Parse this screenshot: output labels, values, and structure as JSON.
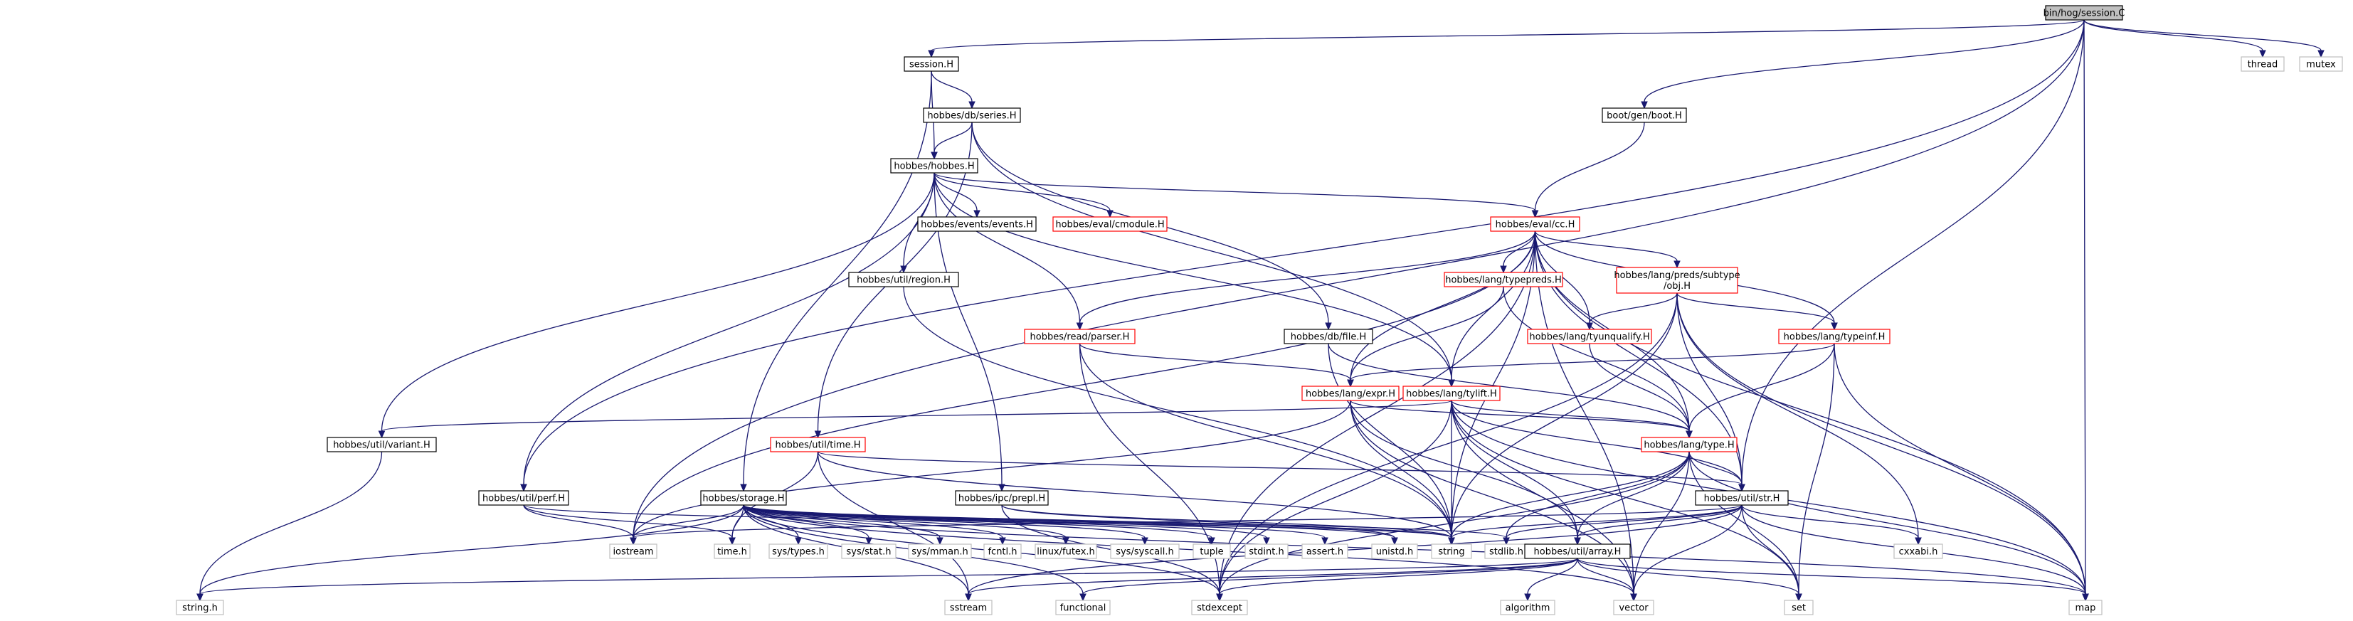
{
  "diagram": {
    "type": "include-dependency-graph",
    "colors": {
      "root_fill": "#bfbfbf",
      "normal_stroke": "#000000",
      "truncated_stroke": "#ff0000",
      "external_stroke": "#bfbfbf",
      "edge": "#191970"
    },
    "nodes": [
      {
        "id": "session_C",
        "label": "bin/hog/session.C",
        "kind": "root"
      },
      {
        "id": "session_H",
        "label": "session.H",
        "kind": "normal"
      },
      {
        "id": "thread",
        "label": "thread",
        "kind": "external"
      },
      {
        "id": "mutex",
        "label": "mutex",
        "kind": "external"
      },
      {
        "id": "series_H",
        "label": "hobbes/db/series.H",
        "kind": "normal"
      },
      {
        "id": "boot_H",
        "label": "boot/gen/boot.H",
        "kind": "normal"
      },
      {
        "id": "hobbes_H",
        "label": "hobbes/hobbes.H",
        "kind": "normal"
      },
      {
        "id": "events_H",
        "label": "hobbes/events/events.H",
        "kind": "normal"
      },
      {
        "id": "cmodule_H",
        "label": "hobbes/eval/cmodule.H",
        "kind": "truncated"
      },
      {
        "id": "cc_H",
        "label": "hobbes/eval/cc.H",
        "kind": "truncated"
      },
      {
        "id": "region_H",
        "label": "hobbes/util/region.H",
        "kind": "normal"
      },
      {
        "id": "typepreds_H",
        "label": "hobbes/lang/typepreds.H",
        "kind": "truncated"
      },
      {
        "id": "obj_H",
        "label": "hobbes/lang/preds/subtype\n/obj.H",
        "kind": "truncated"
      },
      {
        "id": "parser_H",
        "label": "hobbes/read/parser.H",
        "kind": "truncated"
      },
      {
        "id": "file_H",
        "label": "hobbes/db/file.H",
        "kind": "normal"
      },
      {
        "id": "tyunqualify_H",
        "label": "hobbes/lang/tyunqualify.H",
        "kind": "truncated"
      },
      {
        "id": "typeinf_H",
        "label": "hobbes/lang/typeinf.H",
        "kind": "truncated"
      },
      {
        "id": "expr_H",
        "label": "hobbes/lang/expr.H",
        "kind": "truncated"
      },
      {
        "id": "tylift_H",
        "label": "hobbes/lang/tylift.H",
        "kind": "truncated"
      },
      {
        "id": "variant_H",
        "label": "hobbes/util/variant.H",
        "kind": "normal"
      },
      {
        "id": "time_H",
        "label": "hobbes/util/time.H",
        "kind": "truncated"
      },
      {
        "id": "type_H",
        "label": "hobbes/lang/type.H",
        "kind": "truncated"
      },
      {
        "id": "perf_H",
        "label": "hobbes/util/perf.H",
        "kind": "normal"
      },
      {
        "id": "storage_H",
        "label": "hobbes/storage.H",
        "kind": "normal"
      },
      {
        "id": "prepl_H",
        "label": "hobbes/ipc/prepl.H",
        "kind": "normal"
      },
      {
        "id": "str_H",
        "label": "hobbes/util/str.H",
        "kind": "normal"
      },
      {
        "id": "iostream",
        "label": "iostream",
        "kind": "external"
      },
      {
        "id": "time_h",
        "label": "time.h",
        "kind": "external"
      },
      {
        "id": "sys_types",
        "label": "sys/types.h",
        "kind": "external"
      },
      {
        "id": "sys_stat",
        "label": "sys/stat.h",
        "kind": "external"
      },
      {
        "id": "sys_mman",
        "label": "sys/mman.h",
        "kind": "external"
      },
      {
        "id": "fcntl",
        "label": "fcntl.h",
        "kind": "external"
      },
      {
        "id": "linux_futex",
        "label": "linux/futex.h",
        "kind": "external"
      },
      {
        "id": "sys_syscall",
        "label": "sys/syscall.h",
        "kind": "external"
      },
      {
        "id": "tuple",
        "label": "tuple",
        "kind": "external"
      },
      {
        "id": "stdint",
        "label": "stdint.h",
        "kind": "external"
      },
      {
        "id": "assert",
        "label": "assert.h",
        "kind": "external"
      },
      {
        "id": "unistd",
        "label": "unistd.h",
        "kind": "external"
      },
      {
        "id": "string",
        "label": "string",
        "kind": "external"
      },
      {
        "id": "stdlib",
        "label": "stdlib.h",
        "kind": "external"
      },
      {
        "id": "array_H",
        "label": "hobbes/util/array.H",
        "kind": "normal"
      },
      {
        "id": "cxxabi",
        "label": "cxxabi.h",
        "kind": "external"
      },
      {
        "id": "string_h",
        "label": "string.h",
        "kind": "external"
      },
      {
        "id": "sstream",
        "label": "sstream",
        "kind": "external"
      },
      {
        "id": "functional",
        "label": "functional",
        "kind": "external"
      },
      {
        "id": "stdexcept",
        "label": "stdexcept",
        "kind": "external"
      },
      {
        "id": "algorithm",
        "label": "algorithm",
        "kind": "external"
      },
      {
        "id": "vector",
        "label": "vector",
        "kind": "external"
      },
      {
        "id": "set",
        "label": "set",
        "kind": "external"
      },
      {
        "id": "map",
        "label": "map",
        "kind": "external"
      }
    ],
    "edges": [
      [
        "session_C",
        "session_H"
      ],
      [
        "session_C",
        "thread"
      ],
      [
        "session_C",
        "mutex"
      ],
      [
        "session_C",
        "boot_H"
      ],
      [
        "session_C",
        "perf_H"
      ],
      [
        "session_C",
        "str_H"
      ],
      [
        "session_C",
        "iostream"
      ],
      [
        "session_C",
        "map"
      ],
      [
        "session_H",
        "series_H"
      ],
      [
        "session_H",
        "hobbes_H"
      ],
      [
        "session_H",
        "storage_H"
      ],
      [
        "series_H",
        "hobbes_H"
      ],
      [
        "series_H",
        "file_H"
      ],
      [
        "series_H",
        "tylift_H"
      ],
      [
        "series_H",
        "time_H"
      ],
      [
        "boot_H",
        "cc_H"
      ],
      [
        "hobbes_H",
        "events_H"
      ],
      [
        "hobbes_H",
        "cmodule_H"
      ],
      [
        "hobbes_H",
        "cc_H"
      ],
      [
        "hobbes_H",
        "region_H"
      ],
      [
        "hobbes_H",
        "parser_H"
      ],
      [
        "hobbes_H",
        "tylift_H"
      ],
      [
        "hobbes_H",
        "variant_H"
      ],
      [
        "hobbes_H",
        "perf_H"
      ],
      [
        "hobbes_H",
        "prepl_H"
      ],
      [
        "cc_H",
        "typepreds_H"
      ],
      [
        "cc_H",
        "obj_H"
      ],
      [
        "cc_H",
        "parser_H"
      ],
      [
        "cc_H",
        "tyunqualify_H"
      ],
      [
        "cc_H",
        "typeinf_H"
      ],
      [
        "cc_H",
        "expr_H"
      ],
      [
        "cc_H",
        "tylift_H"
      ],
      [
        "cc_H",
        "type_H"
      ],
      [
        "cc_H",
        "str_H"
      ],
      [
        "cc_H",
        "iostream"
      ],
      [
        "cc_H",
        "string"
      ],
      [
        "cc_H",
        "stdexcept"
      ],
      [
        "cc_H",
        "vector"
      ],
      [
        "cc_H",
        "map"
      ],
      [
        "region_H",
        "string"
      ],
      [
        "typepreds_H",
        "expr_H"
      ],
      [
        "typepreds_H",
        "type_H"
      ],
      [
        "obj_H",
        "typeinf_H"
      ],
      [
        "obj_H",
        "tyunqualify_H"
      ],
      [
        "obj_H",
        "str_H"
      ],
      [
        "obj_H",
        "cxxabi"
      ],
      [
        "obj_H",
        "map"
      ],
      [
        "obj_H",
        "string"
      ],
      [
        "obj_H",
        "stdexcept"
      ],
      [
        "parser_H",
        "expr_H"
      ],
      [
        "parser_H",
        "string"
      ],
      [
        "parser_H",
        "stdexcept"
      ],
      [
        "file_H",
        "string"
      ],
      [
        "file_H",
        "type_H"
      ],
      [
        "tyunqualify_H",
        "type_H"
      ],
      [
        "typeinf_H",
        "expr_H"
      ],
      [
        "typeinf_H",
        "type_H"
      ],
      [
        "typeinf_H",
        "set"
      ],
      [
        "typeinf_H",
        "map"
      ],
      [
        "expr_H",
        "type_H"
      ],
      [
        "expr_H",
        "array_H"
      ],
      [
        "expr_H",
        "string"
      ],
      [
        "expr_H",
        "vector"
      ],
      [
        "expr_H",
        "iostream"
      ],
      [
        "tylift_H",
        "type_H"
      ],
      [
        "tylift_H",
        "str_H"
      ],
      [
        "tylift_H",
        "array_H"
      ],
      [
        "tylift_H",
        "variant_H"
      ],
      [
        "tylift_H",
        "string"
      ],
      [
        "tylift_H",
        "vector"
      ],
      [
        "tylift_H",
        "set"
      ],
      [
        "tylift_H",
        "map"
      ],
      [
        "tylift_H",
        "stdexcept"
      ],
      [
        "variant_H",
        "string_h"
      ],
      [
        "time_H",
        "str_H"
      ],
      [
        "time_H",
        "string"
      ],
      [
        "time_H",
        "sstream"
      ],
      [
        "time_H",
        "time_h"
      ],
      [
        "type_H",
        "str_H"
      ],
      [
        "type_H",
        "array_H"
      ],
      [
        "type_H",
        "string"
      ],
      [
        "type_H",
        "vector"
      ],
      [
        "type_H",
        "map"
      ],
      [
        "type_H",
        "set"
      ],
      [
        "type_H",
        "stdexcept"
      ],
      [
        "type_H",
        "stdlib"
      ],
      [
        "perf_H",
        "iostream"
      ],
      [
        "perf_H",
        "string"
      ],
      [
        "perf_H",
        "time_h"
      ],
      [
        "storage_H",
        "iostream"
      ],
      [
        "storage_H",
        "time_h"
      ],
      [
        "storage_H",
        "sys_types"
      ],
      [
        "storage_H",
        "sys_stat"
      ],
      [
        "storage_H",
        "sys_mman"
      ],
      [
        "storage_H",
        "fcntl"
      ],
      [
        "storage_H",
        "linux_futex"
      ],
      [
        "storage_H",
        "sys_syscall"
      ],
      [
        "storage_H",
        "tuple"
      ],
      [
        "storage_H",
        "stdint"
      ],
      [
        "storage_H",
        "assert"
      ],
      [
        "storage_H",
        "unistd"
      ],
      [
        "storage_H",
        "string"
      ],
      [
        "storage_H",
        "stdlib"
      ],
      [
        "storage_H",
        "string_h"
      ],
      [
        "storage_H",
        "sstream"
      ],
      [
        "storage_H",
        "functional"
      ],
      [
        "storage_H",
        "stdexcept"
      ],
      [
        "storage_H",
        "vector"
      ],
      [
        "storage_H",
        "map"
      ],
      [
        "prepl_H",
        "string"
      ],
      [
        "prepl_H",
        "unistd"
      ],
      [
        "prepl_H",
        "stdexcept"
      ],
      [
        "str_H",
        "string"
      ],
      [
        "str_H",
        "stdlib"
      ],
      [
        "str_H",
        "array_H"
      ],
      [
        "str_H",
        "cxxabi"
      ],
      [
        "str_H",
        "iostream"
      ],
      [
        "str_H",
        "sstream"
      ],
      [
        "str_H",
        "vector"
      ],
      [
        "str_H",
        "set"
      ],
      [
        "str_H",
        "map"
      ],
      [
        "array_H",
        "string_h"
      ],
      [
        "array_H",
        "sstream"
      ],
      [
        "array_H",
        "functional"
      ],
      [
        "array_H",
        "stdexcept"
      ],
      [
        "array_H",
        "algorithm"
      ],
      [
        "array_H",
        "vector"
      ],
      [
        "array_H",
        "set"
      ],
      [
        "array_H",
        "map"
      ]
    ]
  }
}
